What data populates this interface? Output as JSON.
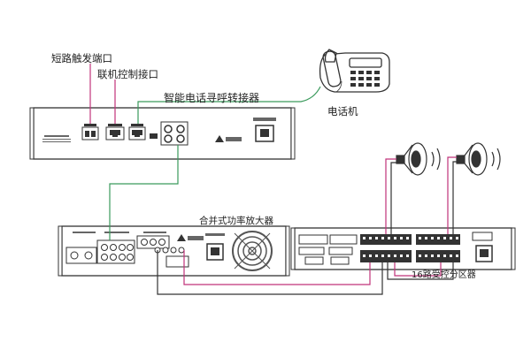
{
  "labels": {
    "short_circuit_port": "短路触发端口",
    "link_control_port": "联机控制接口",
    "gateway": "智能电话寻呼转接器",
    "telephone": "电话机",
    "amplifier": "合并式功率放大器",
    "zone_controller": "16路受控分区器"
  },
  "colors": {
    "outline": "#333333",
    "wire_red": "#c0337a",
    "wire_green": "#3a9a5c",
    "wire_black": "#333333",
    "grille": "#555555"
  }
}
